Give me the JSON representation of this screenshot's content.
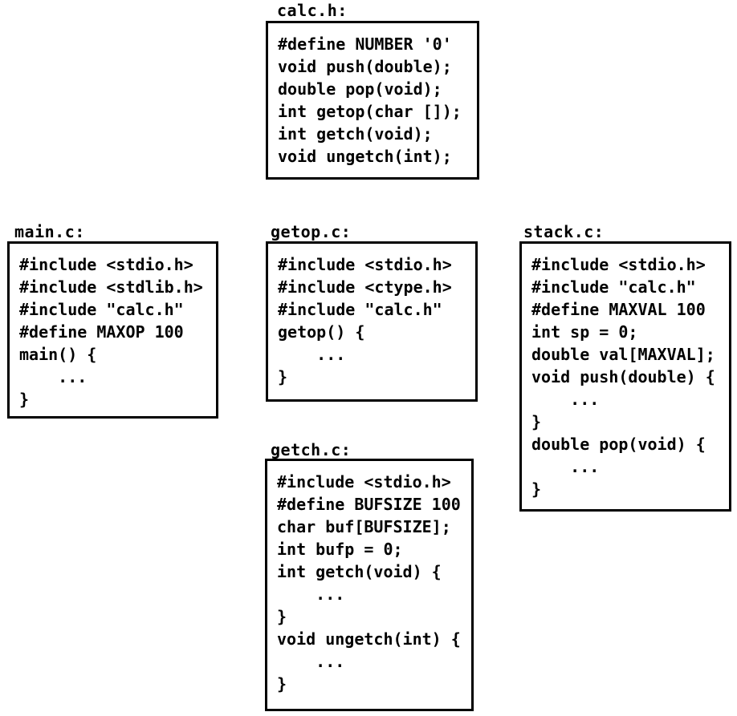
{
  "figure": {
    "description": "Source file organization of the calculator program",
    "files": {
      "calc_h": {
        "label": "calc.h:",
        "code": [
          "#define NUMBER '0'",
          "void push(double);",
          "double pop(void);",
          "int getop(char []);",
          "int getch(void);",
          "void ungetch(int);"
        ]
      },
      "main_c": {
        "label": "main.c:",
        "code": [
          "#include <stdio.h>",
          "#include <stdlib.h>",
          "#include \"calc.h\"",
          "#define MAXOP 100",
          "main() {",
          "    ...",
          "}"
        ]
      },
      "getop_c": {
        "label": "getop.c:",
        "code": [
          "#include <stdio.h>",
          "#include <ctype.h>",
          "#include \"calc.h\"",
          "getop() {",
          "    ...",
          "}"
        ]
      },
      "stack_c": {
        "label": "stack.c:",
        "code": [
          "#include <stdio.h>",
          "#include \"calc.h\"",
          "#define MAXVAL 100",
          "int sp = 0;",
          "double val[MAXVAL];",
          "void push(double) {",
          "    ...",
          "}",
          "double pop(void) {",
          "    ...",
          "}"
        ]
      },
      "getch_c": {
        "label": "getch.c:",
        "code": [
          "#include <stdio.h>",
          "#define BUFSIZE 100",
          "char buf[BUFSIZE];",
          "int bufp = 0;",
          "int getch(void) {",
          "    ...",
          "}",
          "void ungetch(int) {",
          "    ...",
          "}"
        ]
      }
    },
    "colors": {
      "ink": "#000000",
      "paper": "#ffffff"
    }
  }
}
